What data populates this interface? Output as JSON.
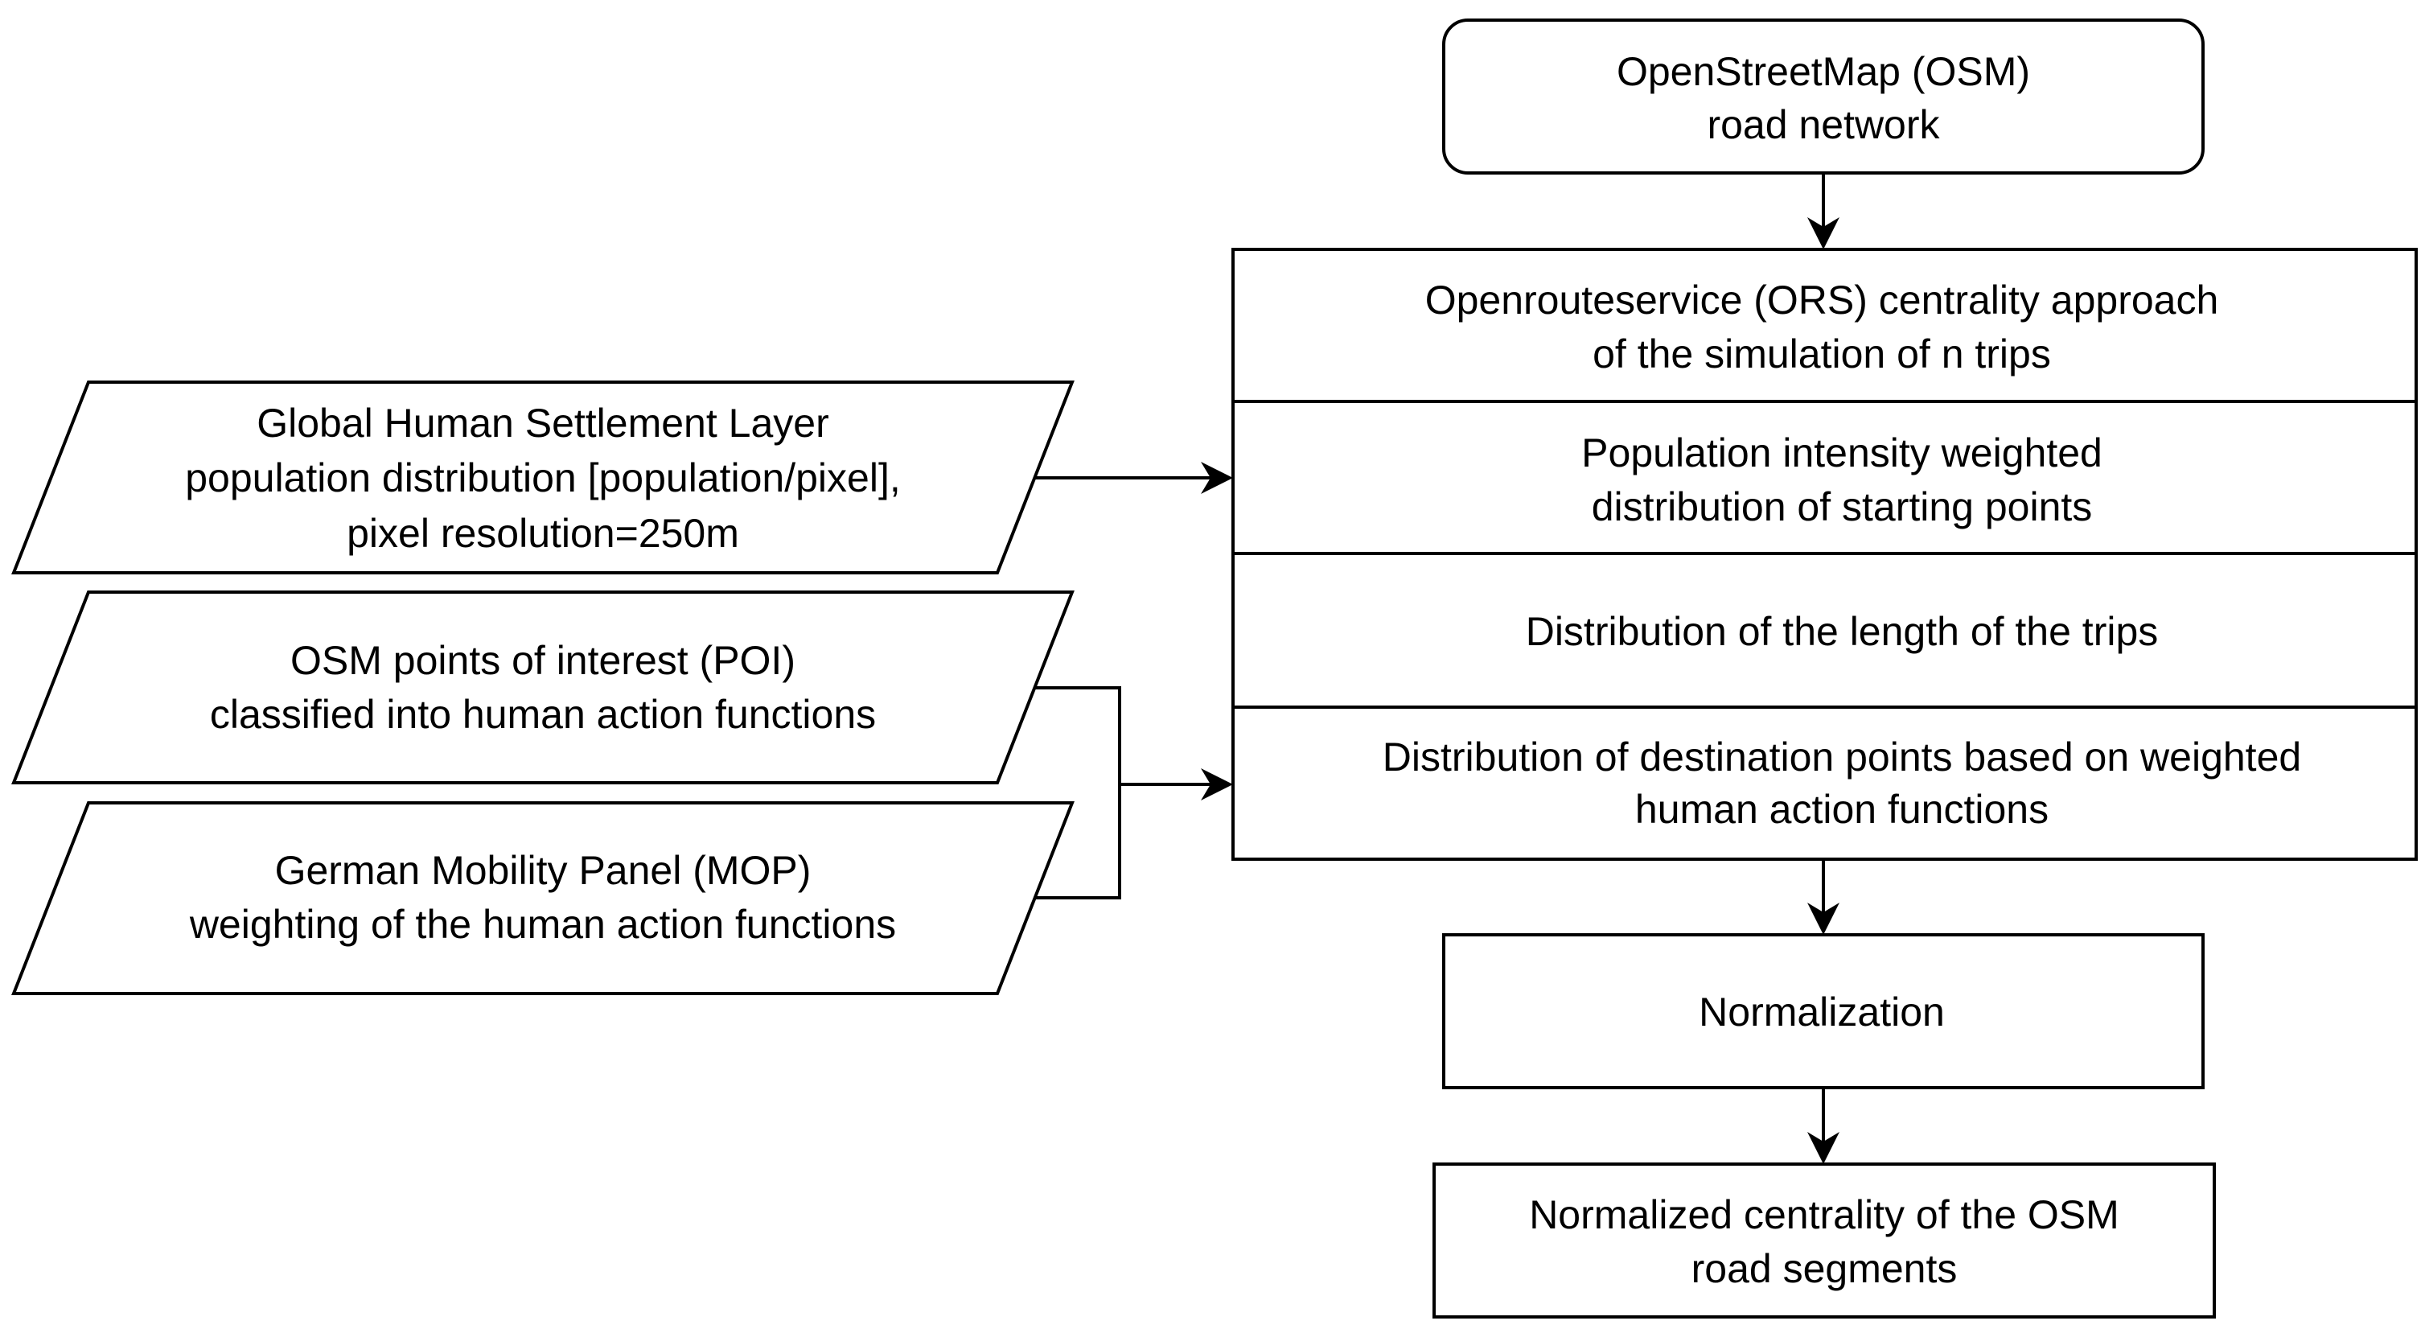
{
  "colors": {
    "stroke": "#000000",
    "background": "#ffffff",
    "text": "#000000"
  },
  "nodes": {
    "osm_road_network": {
      "line1": "OpenStreetMap (OSM)",
      "line2": "road network"
    },
    "ors_centrality": {
      "line1": "Openrouteservice (ORS) centrality approach",
      "line2": "of the simulation of n trips"
    },
    "population_intensity": {
      "line1": "Population intensity weighted",
      "line2": "distribution of starting points"
    },
    "trip_length": {
      "line1": "Distribution of the length of the trips"
    },
    "destination_points": {
      "line1": "Distribution of destination points based on weighted",
      "line2": "human action functions"
    },
    "ghsl_input": {
      "line1": "Global Human Settlement Layer",
      "line2": "population distribution [population/pixel],",
      "line3": "pixel resolution=250m"
    },
    "poi_input": {
      "line1": "OSM points of interest (POI)",
      "line2": "classified into human action functions"
    },
    "mop_input": {
      "line1": "German Mobility Panel (MOP)",
      "line2": "weighting of the human action functions"
    },
    "normalization": {
      "line1": "Normalization"
    },
    "normalized_centrality": {
      "line1": "Normalized centrality of the OSM",
      "line2": "road segments"
    }
  }
}
